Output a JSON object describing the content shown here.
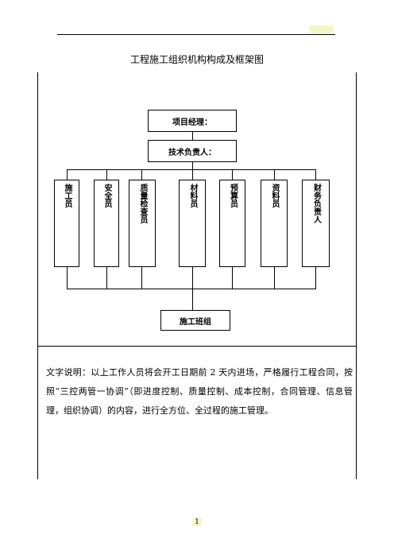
{
  "title": "工程施工组织机构构成及框架图",
  "org": {
    "manager": "项目经理：",
    "tech_lead": "技术负责人：",
    "roles": [
      "施工员",
      "安全员",
      "质量检查员",
      "材料员",
      "预算员",
      "资料员",
      "财务负责人"
    ],
    "team": "施工班组"
  },
  "description": "文字说明：以上工作人员将会开工日期前 2 天内进场，严格履行工程合同，按照“三控两管一协调”（即进度控制、质量控制、成本控制，合同管理、信息管理，组织协调）的内容，进行全方位、全过程的施工管理。",
  "page_number": "1"
}
